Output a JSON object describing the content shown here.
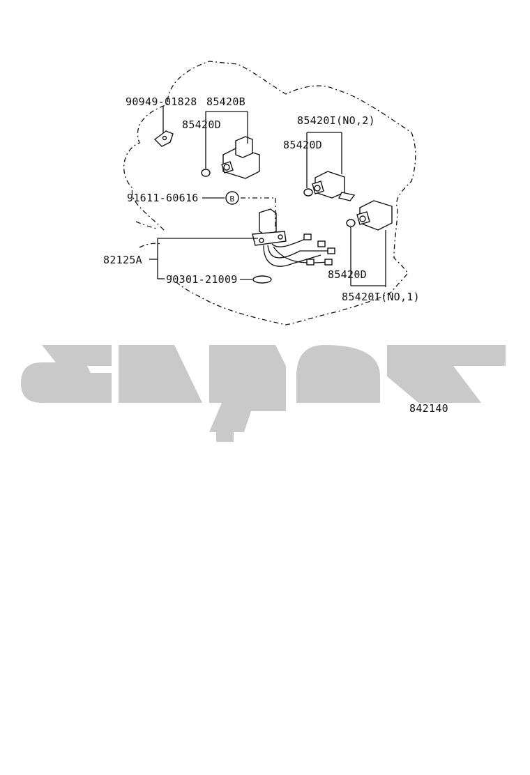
{
  "diagram": {
    "labels": {
      "p_90949": "90949-01828",
      "p_85420B": "85420B",
      "p_85420D_a": "85420D",
      "p_85420I_no2": "85420I(NO,2)",
      "p_85420D_b": "85420D",
      "p_91611": "91611-60616",
      "p_B_callout": "B",
      "p_82125A": "82125A",
      "p_90301": "90301-21009",
      "p_85420D_c": "85420D",
      "p_85420I_no1": "85420I(NO,1)",
      "figure_id": "842140"
    },
    "watermark": {
      "color": "#c9c9c9"
    }
  }
}
